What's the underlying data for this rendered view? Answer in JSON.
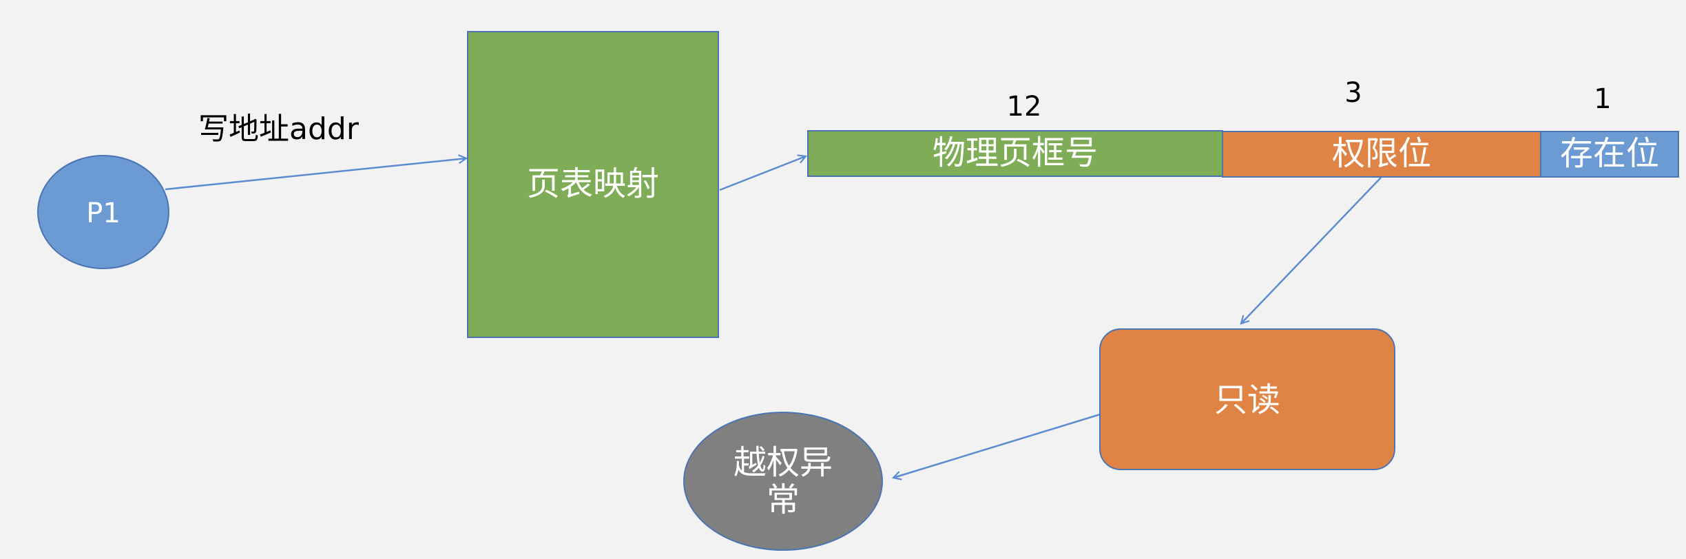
{
  "nodes": {
    "process": {
      "label": "P1"
    },
    "page_table": {
      "label": "页表映射"
    },
    "frame_number": {
      "label": "物理页框号"
    },
    "permission_bits": {
      "label": "权限位"
    },
    "present_bit": {
      "label": "存在位"
    },
    "read_only": {
      "label": "只读"
    },
    "violation": {
      "label_line1": "越权异",
      "label_line2": "常"
    }
  },
  "edge_labels": {
    "write_address": "写地址addr"
  },
  "field_widths": {
    "frame_number": "12",
    "permission_bits": "3",
    "present_bit": "1"
  },
  "colors": {
    "blue": "#6b9bd2",
    "green": "#7fac57",
    "orange": "#df8444",
    "gray": "#808080",
    "border": "#4a74b4",
    "edge": "#5b8ccf"
  }
}
